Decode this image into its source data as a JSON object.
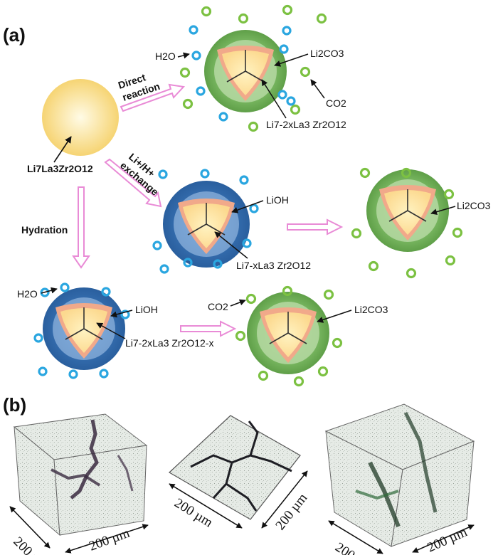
{
  "panels": {
    "a": "(a)",
    "b": "(b)"
  },
  "labels": {
    "lizo_start": "Li7La3Zr2O12",
    "direct_reaction_1": "Direct",
    "direct_reaction_2": "reaction",
    "exchange_1": "Li+/H+",
    "exchange_2": "exchange",
    "hydration": "Hydration",
    "h2o": "H2O",
    "co2": "CO2",
    "li2co3": "Li2CO3",
    "lioh": "LiOH",
    "core_direct": "Li7-2xLa3 Zr2O12",
    "core_exchange": "Li7-xLa3 Zr2O12",
    "core_hydration": "Li7-2xLa3 Zr2O12-x"
  },
  "tomography": {
    "scale_label": "200 µm"
  },
  "colors": {
    "pristine_center": "#fffbe6",
    "pristine_edge": "#f6d473",
    "carbonate_shell": "#6fae55",
    "hydroxide_shell": "#2f6fb3",
    "core_inner": "#fde9a8",
    "core_outer": "#f3b67c",
    "water_ring": "#2aa6e0",
    "co2_ring": "#7cc142",
    "arrow_pink": "#e98bd6"
  }
}
